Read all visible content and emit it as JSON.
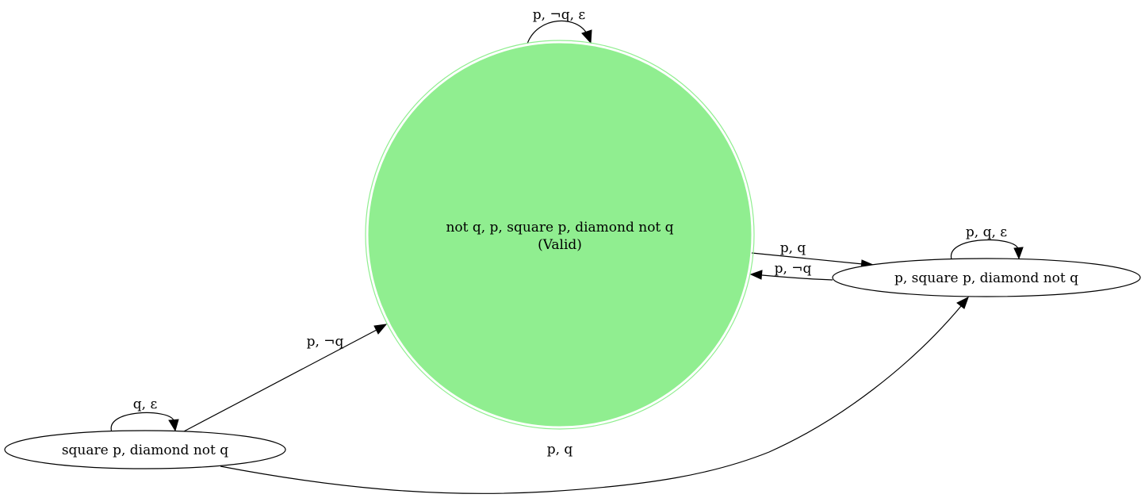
{
  "diagram": {
    "type": "state-graph",
    "colors": {
      "accepting_fill": "#90ee90",
      "accepting_stroke": "#90ee90",
      "node_stroke": "#000000",
      "edge": "#000000",
      "background": "#ffffff"
    },
    "nodes": {
      "valid": {
        "line1": "not q, p, square p, diamond not q",
        "line2": "(Valid)"
      },
      "right": {
        "label": "p, square p, diamond not q"
      },
      "left": {
        "label": "square p, diamond not q"
      }
    },
    "edges": {
      "valid_self": "p, ¬q, ε",
      "right_self": "p, q, ε",
      "left_self": "q, ε",
      "valid_to_right": "p, q",
      "right_to_valid": "p, ¬q",
      "left_to_valid": "p, ¬q",
      "left_to_right": "p, q"
    }
  }
}
